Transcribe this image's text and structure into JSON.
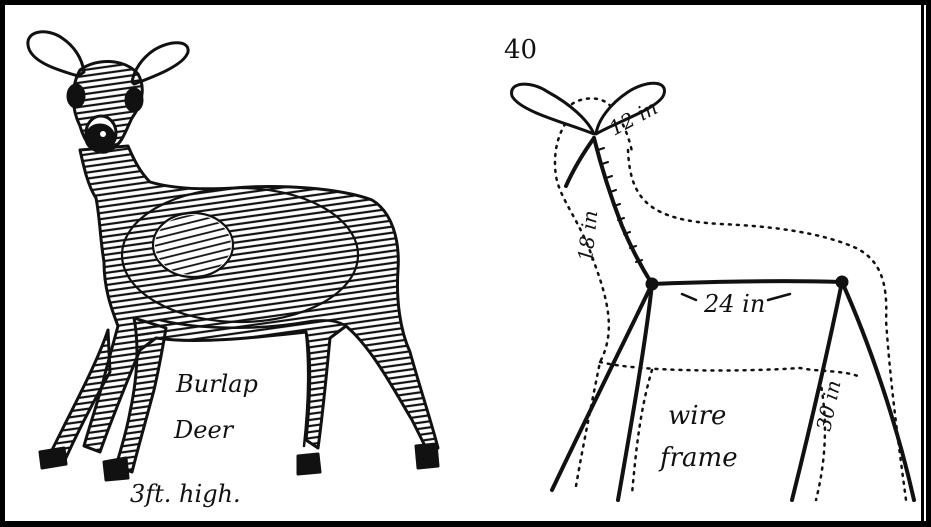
{
  "figure_number": "40",
  "left_panel": {
    "caption_line1": "Burlap",
    "caption_line2": "Deer",
    "height_note": "3ft. high."
  },
  "right_panel": {
    "label_neck": "18 in",
    "label_head": "12 in",
    "label_body": "24 in",
    "label_leg": "30 in",
    "caption_line1": "wire",
    "caption_line2": "frame"
  }
}
